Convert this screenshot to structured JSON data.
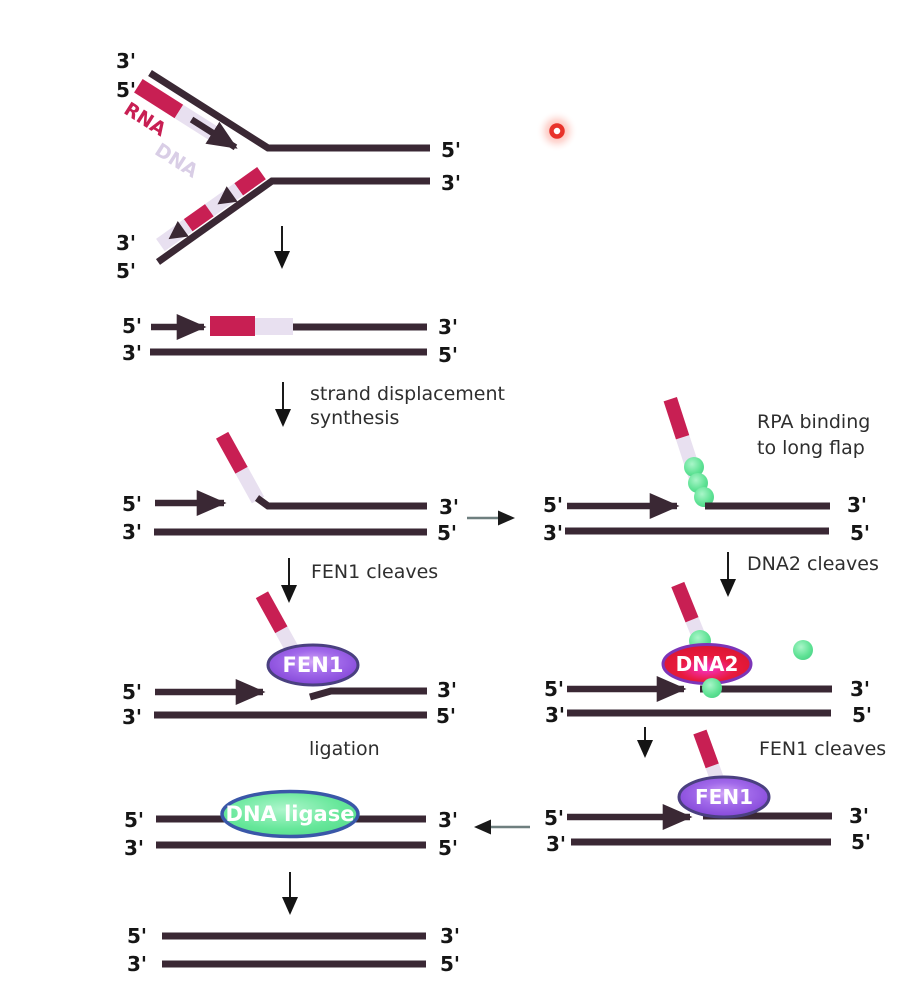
{
  "colors": {
    "strand": "#3a2834",
    "rna_primer": "#c81f53",
    "new_dna": "#e8e0f0",
    "rpa_green": "#5fe293",
    "fen1_purple": "#8f55e0",
    "dna2_red": "#e0192d",
    "ligase_green": "#5fe393",
    "pointer_red": "#e8322a"
  },
  "fork": {
    "leading_end_3": "3'",
    "leading_end_5": "5'",
    "rna_label": "RNA",
    "dna_label": "DNA",
    "parent_top_end": "5'",
    "parent_bottom_end": "3'",
    "lagging_end_3": "3'",
    "lagging_end_5": "5'"
  },
  "captions": {
    "strand_displacement_line1": "strand displacement",
    "strand_displacement_line2": "synthesis",
    "fen1_cleaves_left": "FEN1 cleaves",
    "rpa_line1": "RPA binding",
    "rpa_line2": "to long flap",
    "dna2_cleaves": "DNA2 cleaves",
    "fen1_cleaves_right": "FEN1 cleaves",
    "ligation": "ligation"
  },
  "enzymes": {
    "fen1_left": "FEN1",
    "dna2": "DNA2",
    "fen1_right": "FEN1",
    "ligase": "DNA ligase"
  },
  "duplexes": {
    "primer": {
      "tl": "5'",
      "tr": "3'",
      "bl": "3'",
      "br": "5'"
    },
    "flap_left": {
      "tl": "5'",
      "tr": "3'",
      "bl": "3'",
      "br": "5'"
    },
    "rpa": {
      "tl": "5'",
      "tr": "3'",
      "bl": "3'",
      "br": "5'"
    },
    "fen1_left": {
      "tl": "5'",
      "tr": "3'",
      "bl": "3'",
      "br": "5'"
    },
    "dna2": {
      "tl": "5'",
      "tr": "3'",
      "bl": "3'",
      "br": "5'"
    },
    "fen1_right": {
      "tl": "5'",
      "tr": "3'",
      "bl": "3'",
      "br": "5'"
    },
    "ligase": {
      "tl": "5'",
      "tr": "3'",
      "bl": "3'",
      "br": "5'"
    },
    "final": {
      "tl": "5'",
      "tr": "3'",
      "bl": "3'",
      "br": "5'"
    }
  }
}
